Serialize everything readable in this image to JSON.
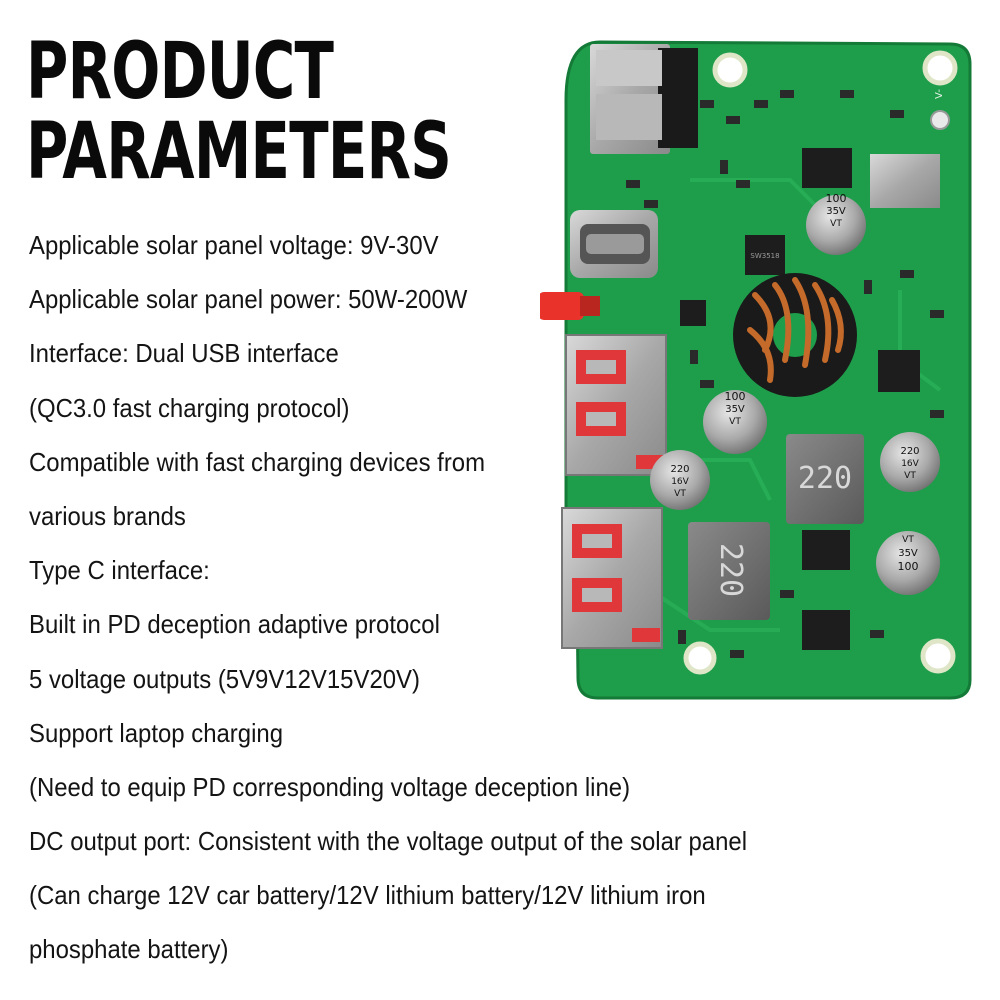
{
  "heading": {
    "line1": "PRODUCT",
    "line2": "PARAMETERS"
  },
  "parameters": [
    "Applicable solar panel voltage: 9V-30V",
    "Applicable solar panel power: 50W-200W",
    "Interface: Dual USB interface",
    "(QC3.0 fast charging protocol)",
    "Compatible with fast charging devices from",
    "various brands",
    "Type C interface:",
    "Built in PD deception adaptive protocol",
    "5 voltage outputs (5V9V12V15V20V)",
    "Support laptop charging",
    "(Need to equip PD corresponding voltage deception line)",
    "DC output port: Consistent with the voltage output of the solar panel",
    "(Can charge 12V car battery/12V lithium battery/12V lithium iron",
    "phosphate battery)"
  ],
  "board": {
    "capacitor_labels": [
      {
        "value": "100",
        "voltage": "35V",
        "mark": "VT"
      },
      {
        "value": "100",
        "voltage": "35V",
        "mark": "VT"
      },
      {
        "value": "220",
        "voltage": "16V",
        "mark": "VT"
      },
      {
        "value": "220",
        "voltage": "16V",
        "mark": "VT"
      },
      {
        "value": "100",
        "voltage": "35V",
        "mark": "VT"
      }
    ],
    "inductor_labels": [
      "220",
      "220"
    ],
    "chip_label": "SW3518",
    "pin_label": "V-",
    "colors": {
      "pcb": "#1e9e4a",
      "pcb_dark": "#147a37",
      "led": "#e8322a",
      "copper": "#c46a2a",
      "usb_tab": "#e0383a"
    }
  }
}
